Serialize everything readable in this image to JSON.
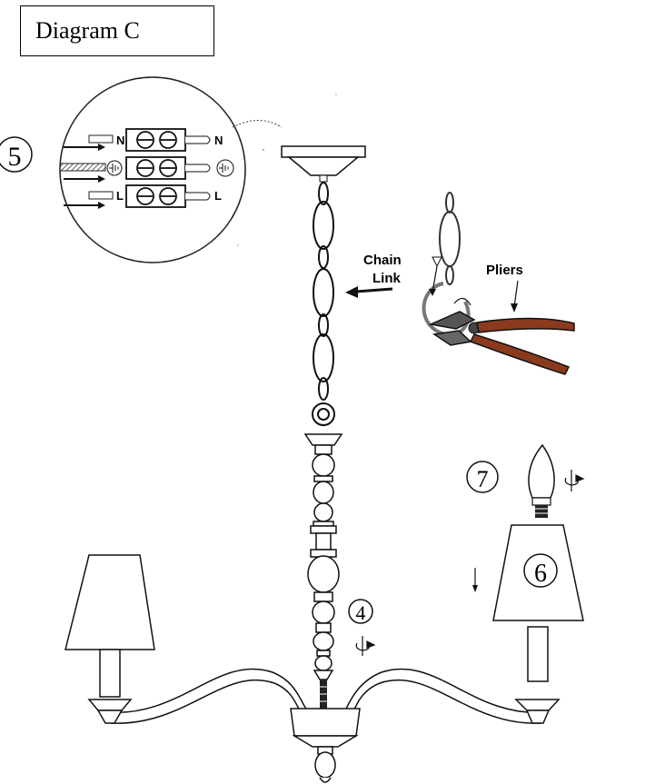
{
  "title": "Diagram C",
  "steps": {
    "wiring": "5",
    "attach_arms": "4",
    "shade": "6",
    "bulb": "7"
  },
  "terminal_labels": {
    "neutral_in": "N",
    "neutral_out": "N",
    "live_in": "L",
    "live_out": "L"
  },
  "callouts": {
    "chain_link_1": "Chain",
    "chain_link_2": "Link",
    "pliers": "Pliers"
  },
  "colors": {
    "pliers_handle": "#8b3a1e",
    "line": "#111111"
  }
}
